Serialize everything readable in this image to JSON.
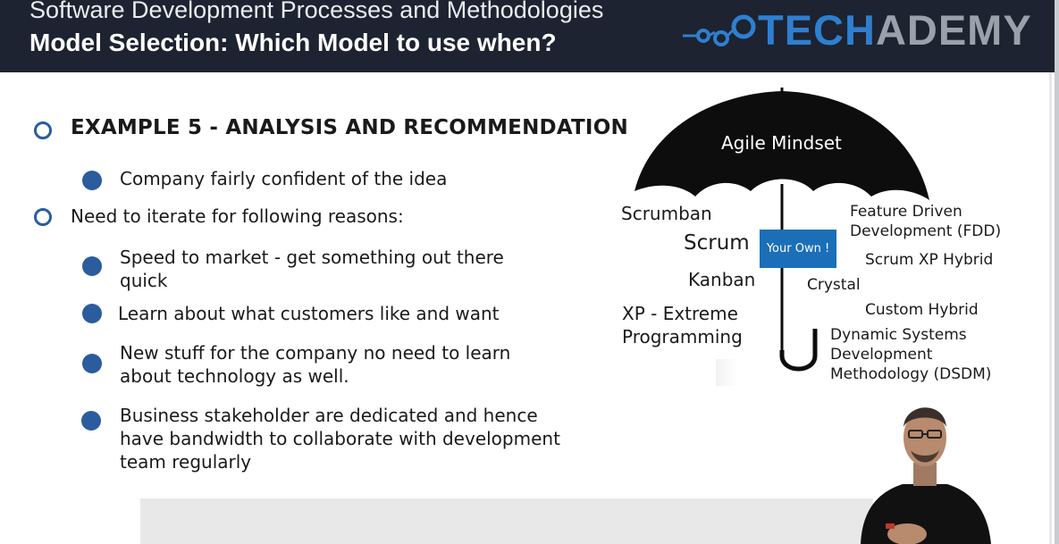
{
  "header": {
    "course_title": "Software Development Processes and Methodologies",
    "slide_title": "Model Selection: Which Model to use when?"
  },
  "logo": {
    "brand": "TECHADEMY",
    "brand_accent": "TECH",
    "brand_rest": "ADEMY",
    "accent_color": "#2f7fd0",
    "text_color": "#9aa1ab"
  },
  "content": {
    "heading": "EXAMPLE 5 - ANALYSIS AND RECOMMENDATION",
    "bullet1": "Company fairly confident of the idea",
    "bullet2": "Need to iterate for following reasons:",
    "reasons": [
      [
        "Speed to market - get something out there",
        "quick"
      ],
      [
        "Learn about what customers like and want"
      ],
      [
        "New stuff for the company no need to learn",
        "about technology as well."
      ],
      [
        "Business stakeholder are dedicated and hence",
        "have bandwidth to collaborate with development",
        "team regularly"
      ]
    ]
  },
  "umbrella": {
    "canopy_label": "Agile Mindset",
    "center_box": "Your Own !",
    "left_methods": [
      "Scrumban",
      "Scrum",
      "Kanban",
      "XP - Extreme",
      "Programming"
    ],
    "right_methods": [
      "Feature Driven",
      "Development (FDD)",
      "Scrum XP Hybrid",
      "Crystal",
      "Custom Hybrid",
      "Dynamic Systems",
      "Development",
      "Methodology (DSDM)"
    ]
  },
  "colors": {
    "header_bg": "#1d2330",
    "bullet_blue": "#2b5c9e",
    "your_own_blue": "#1a6fb8"
  }
}
